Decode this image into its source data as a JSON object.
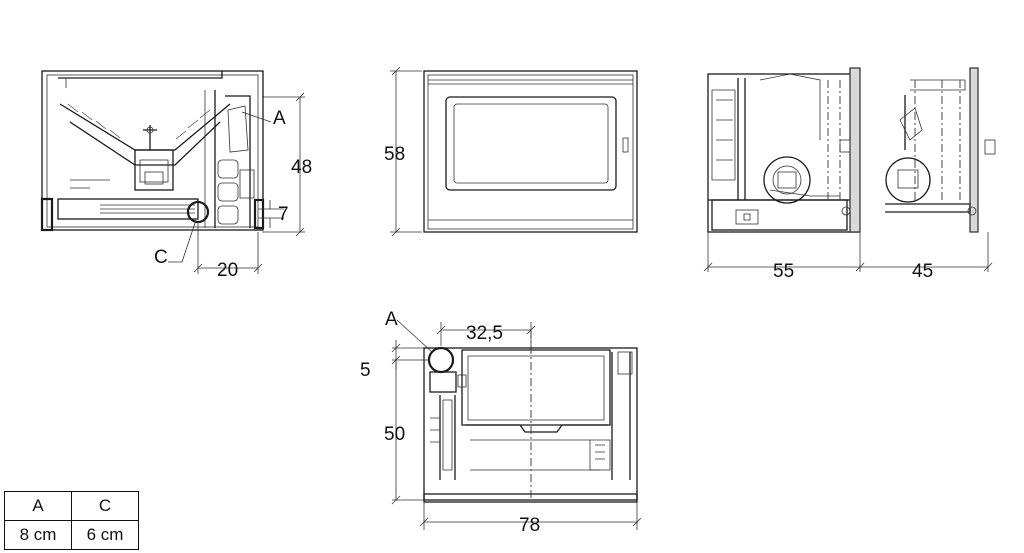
{
  "labels": {
    "a_top": "A",
    "c_top": "C",
    "a_bottom": "A"
  },
  "dimensions": {
    "height_side": "48",
    "small_right": "7",
    "width_small": "20",
    "front_height": "58",
    "depth": "55",
    "depth_right": "45",
    "offset_a": "32,5",
    "offset_small": "5",
    "plan_depth": "50",
    "plan_width": "78"
  },
  "table": {
    "headers": [
      "A",
      "C"
    ],
    "values": [
      "8 cm",
      "6 cm"
    ]
  }
}
